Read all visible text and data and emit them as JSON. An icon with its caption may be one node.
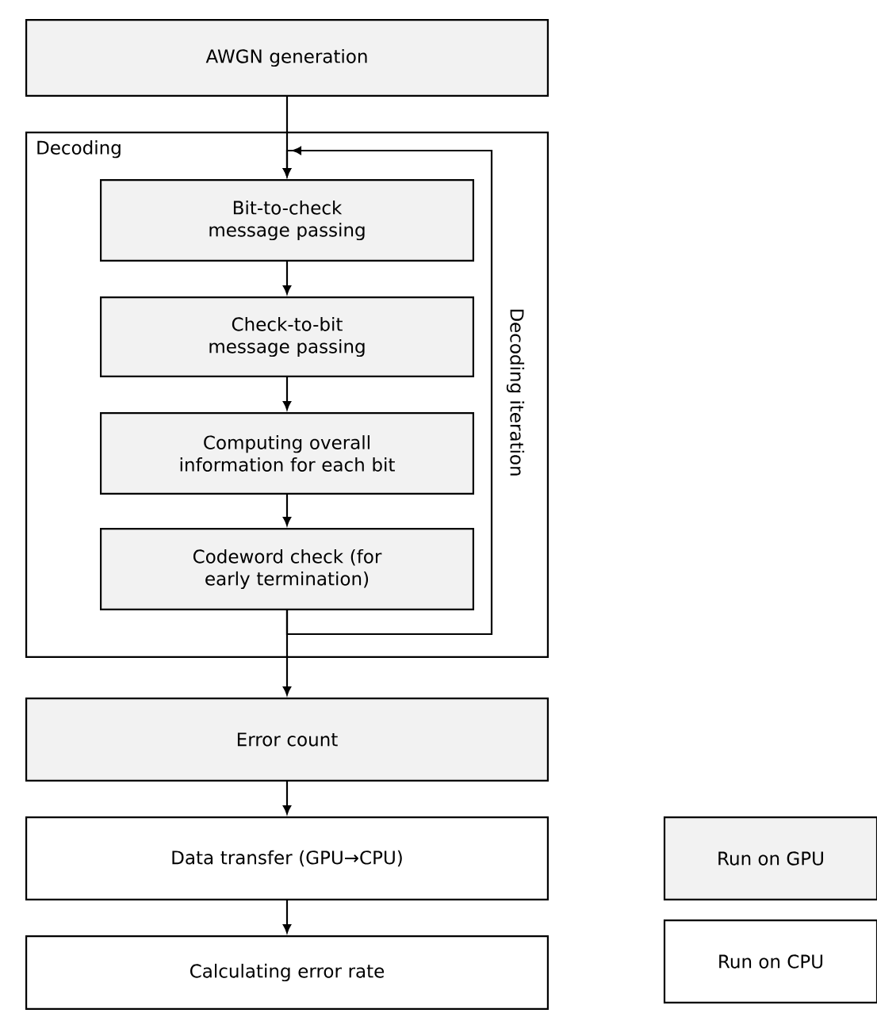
{
  "diagram": {
    "nodes": [
      {
        "text": [
          "AWGN generation"
        ]
      },
      {
        "text": [
          "Decoding"
        ]
      },
      {
        "text": [
          "Bit-to-check message passing"
        ],
        "in": 1
      },
      {
        "text": [
          "Check-to-bit message passing"
        ],
        "in": 1
      },
      {
        "text": [
          "Computing overall information for each bit"
        ],
        "in": 1
      },
      {
        "text": [
          "Codeword check (for early termination)"
        ],
        "in": 1
      },
      {
        "text": [
          "Error count"
        ]
      },
      {
        "text": [
          "Data transfer (GPU→CPU)"
        ]
      },
      {
        "text": [
          "Calculating error rate"
        ]
      }
    ],
    "edges": [
      {
        "from": 0,
        "to": 2,
        "arrow": "to"
      },
      {
        "from": 2,
        "to": 3,
        "arrow": "to"
      },
      {
        "from": 3,
        "to": 4,
        "arrow": "to"
      },
      {
        "from": 4,
        "to": 5,
        "arrow": "to"
      },
      {
        "from": 5,
        "to": 2,
        "arrow": "to",
        "label": "Decoding iteration"
      },
      {
        "from": 5,
        "to": 6,
        "arrow": "to"
      },
      {
        "from": 6,
        "to": 7,
        "arrow": "to"
      },
      {
        "from": 7,
        "to": 8,
        "arrow": "to"
      }
    ],
    "legend": [
      {
        "text": "Run on GPU",
        "color": "#f2f2f2"
      },
      {
        "text": "Run on CPU"
      }
    ]
  }
}
